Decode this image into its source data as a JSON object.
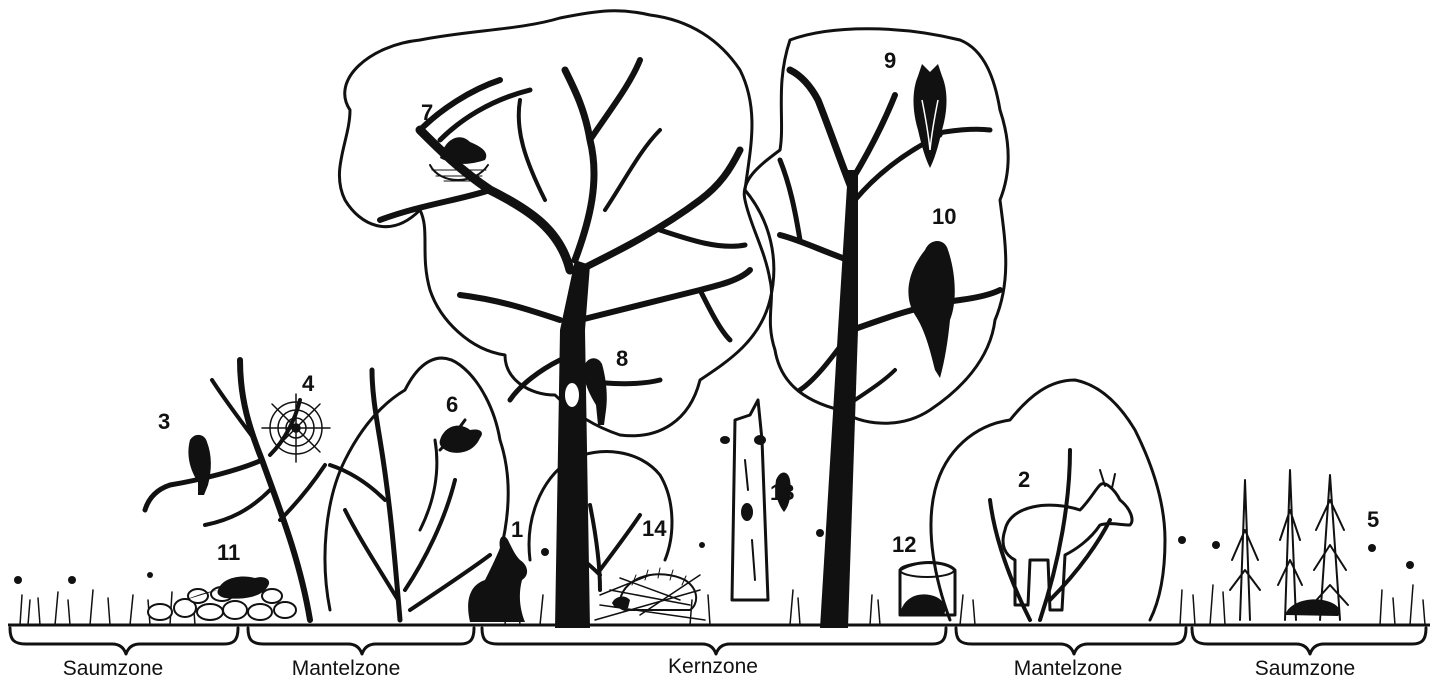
{
  "labels": {
    "n1": "1",
    "n2": "2",
    "n3": "3",
    "n4": "4",
    "n5": "5",
    "n6": "6",
    "n7": "7",
    "n8": "8",
    "n9": "9",
    "n10": "10",
    "n11": "11",
    "n12": "12",
    "n13": "13",
    "n14": "14"
  },
  "zones": [
    "Saumzone",
    "Mantelzone",
    "Kernzone",
    "Mantelzone",
    "Saumzone"
  ]
}
